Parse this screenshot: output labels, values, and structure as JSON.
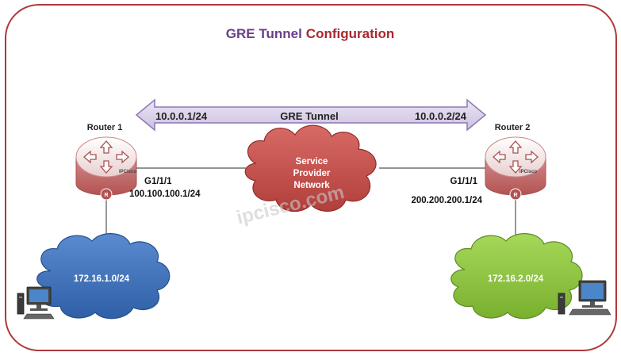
{
  "title": {
    "part1": "GRE Tunnel",
    "part2": "Configuration"
  },
  "tunnel": {
    "left_ip": "10.0.0.1/24",
    "label": "GRE Tunnel",
    "right_ip": "10.0.0.2/24"
  },
  "router1": {
    "name": "Router 1",
    "interface": "G1/1/1",
    "ip": "100.100.100.1/24",
    "brand": "IPCisco",
    "badge": "R"
  },
  "router2": {
    "name": "Router 2",
    "interface": "G1/1/1",
    "ip": "200.200.200.1/24",
    "brand": "IPCisco",
    "badge": "R"
  },
  "provider": {
    "line1": "Service",
    "line2": "Provider",
    "line3": "Network"
  },
  "lan1": {
    "subnet": "172.16.1.0/24"
  },
  "lan2": {
    "subnet": "172.16.2.0/24"
  },
  "watermark": "ipcisco.com",
  "colors": {
    "frame": "#b03a3a",
    "title1": "#6b3f87",
    "title2": "#a8282e",
    "tunnel_fill": "#dcd3ea",
    "tunnel_stroke": "#8c78b6",
    "provider_cloud": "#c0504d",
    "lan1_cloud": "#3d6fb6",
    "lan2_cloud": "#8ec63f",
    "router_body": "#e4c6c6"
  }
}
